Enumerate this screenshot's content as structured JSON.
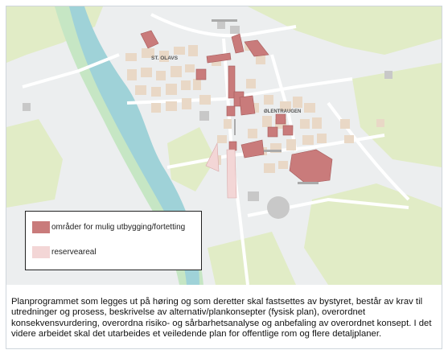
{
  "map": {
    "place_labels": {
      "st_olavs": "ST. OLAVS",
      "kuatrenturgen": "ØLENTRAUGEN"
    },
    "colors": {
      "background": "#eceeef",
      "river": "#9fd2d8",
      "river_bank": "#c6e6c4",
      "park": "#e1ecc6",
      "road": "#ffffff",
      "building": "#e9d8c6",
      "gray_building": "#c8c8c8",
      "development_area": "#c97b7b",
      "reserve_area": "#f3d6d6"
    }
  },
  "legend": {
    "development_label": "områder for mulig utbygging/fortetting",
    "reserve_label": "reserveareal",
    "development_color": "#c97b7b",
    "reserve_color": "#f3d6d6"
  },
  "caption": {
    "text": "Planprogrammet som legges ut på høring og som deretter skal fastsettes av bystyret, består av krav til utredninger og prosess, beskrivelse av alternativ/plankonsepter (fysisk plan), overordnet konsekvensvurdering, overordna risiko- og sårbarhetsanalyse og anbefaling av overordnet konsept. I det videre arbeidet skal det utarbeides et veiledende plan for offentlige rom og flere detaljplaner."
  }
}
